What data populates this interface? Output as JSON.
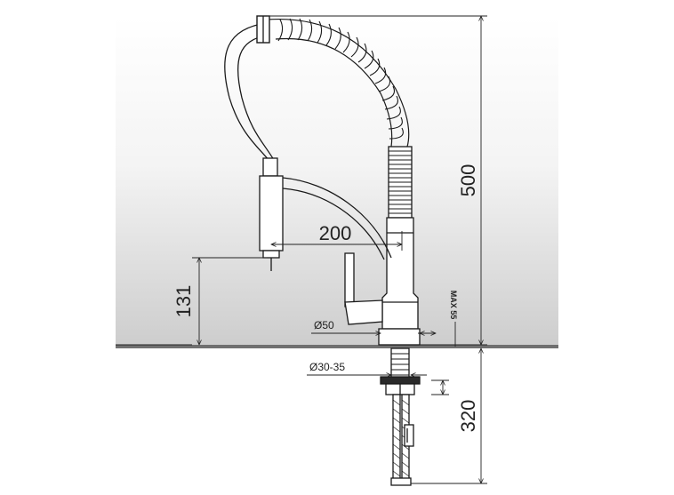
{
  "dimensions": {
    "total_height": "500",
    "reach": "200",
    "spout_clearance": "131",
    "base_diameter": "Ø50",
    "hole_diameter": "Ø30-35",
    "max_thickness": "MAX 55",
    "hose_length": "320"
  },
  "colors": {
    "wall_top": "#ffffff",
    "wall_bottom": "#cfcfcf",
    "line": "#1a1a1a",
    "counter": "#6e6e6e"
  }
}
